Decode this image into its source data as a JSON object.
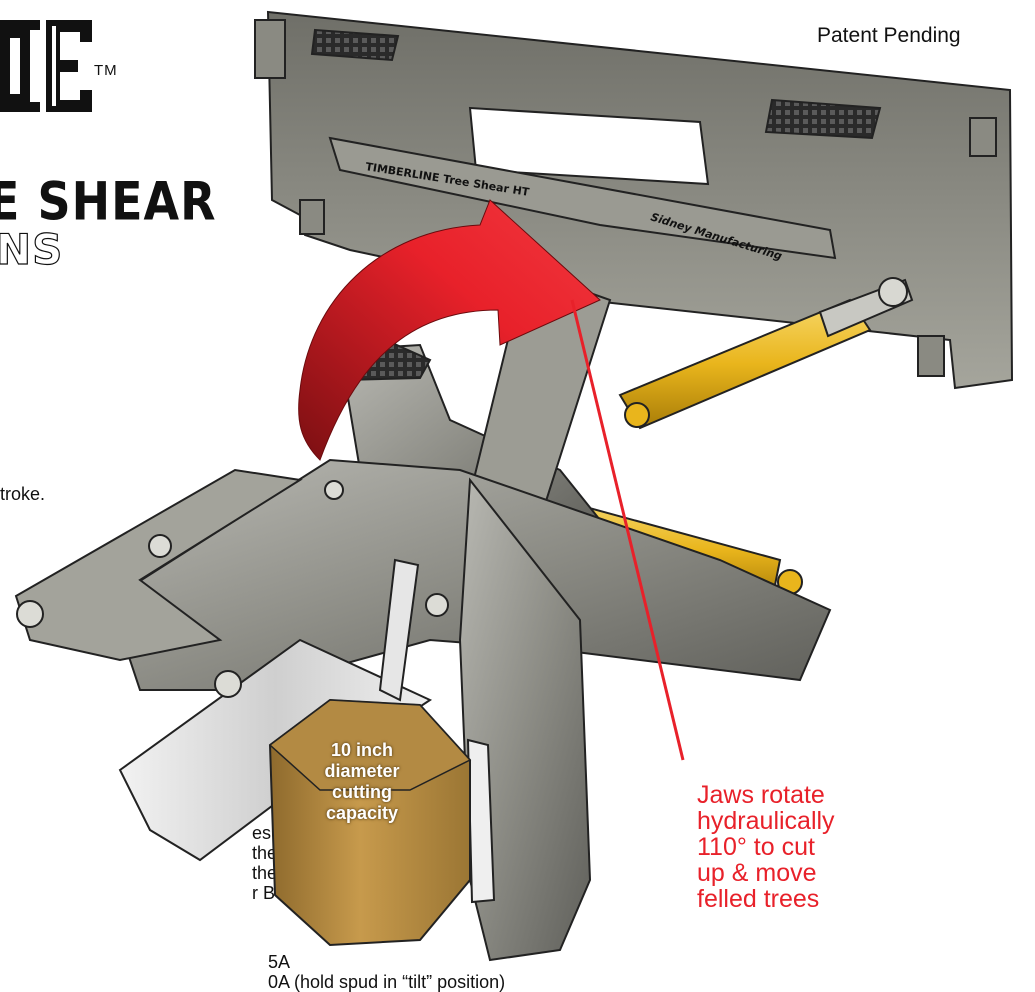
{
  "header": {
    "tm": "TM",
    "title": "E SHEAR",
    "subtitle": "NS"
  },
  "patent_note": "Patent Pending",
  "body_fragments": {
    "stroke": "troke.",
    "line_1": "es with",
    "line_2": "the unit",
    "line_3": "the unit.",
    "line_4": "r B (“T1” steel)",
    "line_5": "5A",
    "line_6": "0A (hold spud in “tilt” position)"
  },
  "illustration": {
    "frame_label_1": "TIMBERLINE Tree Shear HT",
    "frame_label_2": "Sidney Manufacturing",
    "capacity_label": [
      "10 inch",
      "diameter",
      "cutting",
      "capacity"
    ],
    "colors": {
      "arrow": "#e8212a",
      "cylinder": "#e9b51c",
      "log": "#c79a4c",
      "steel": "#8d8d86"
    }
  },
  "jaws_note": [
    "Jaws rotate",
    "hydraulically",
    "110° to cut",
    "up & move",
    "felled trees"
  ]
}
